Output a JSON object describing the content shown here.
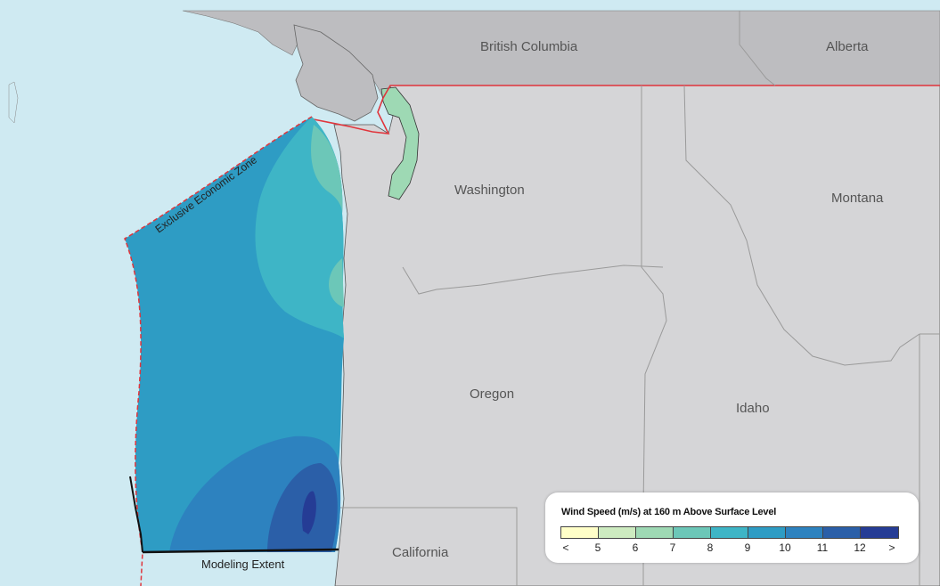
{
  "map": {
    "regions": {
      "british_columbia": "British Columbia",
      "alberta": "Alberta",
      "washington": "Washington",
      "montana": "Montana",
      "oregon": "Oregon",
      "idaho": "Idaho",
      "california": "California"
    },
    "annotations": {
      "eez": "Exclusive Economic Zone",
      "modeling_extent": "Modeling Extent"
    },
    "colors": {
      "ocean": "#cfeaf2",
      "canada": "#bdbdc0",
      "us_land": "#d5d5d7",
      "border_red": "#e0353c",
      "state_border": "#9a9a9a"
    }
  },
  "legend": {
    "title": "Wind Speed (m/s) at 160 m Above Surface Level",
    "ticks": [
      "<",
      "5",
      "6",
      "7",
      "8",
      "9",
      "10",
      "11",
      "12",
      ">"
    ],
    "bins": [
      {
        "color": "#ffffc8"
      },
      {
        "color": "#cdebc0"
      },
      {
        "color": "#9ed9b4"
      },
      {
        "color": "#6cc7b8"
      },
      {
        "color": "#3eb5c6"
      },
      {
        "color": "#2e9cc4"
      },
      {
        "color": "#2d82bf"
      },
      {
        "color": "#2b5fa8"
      },
      {
        "color": "#253c95"
      }
    ]
  }
}
